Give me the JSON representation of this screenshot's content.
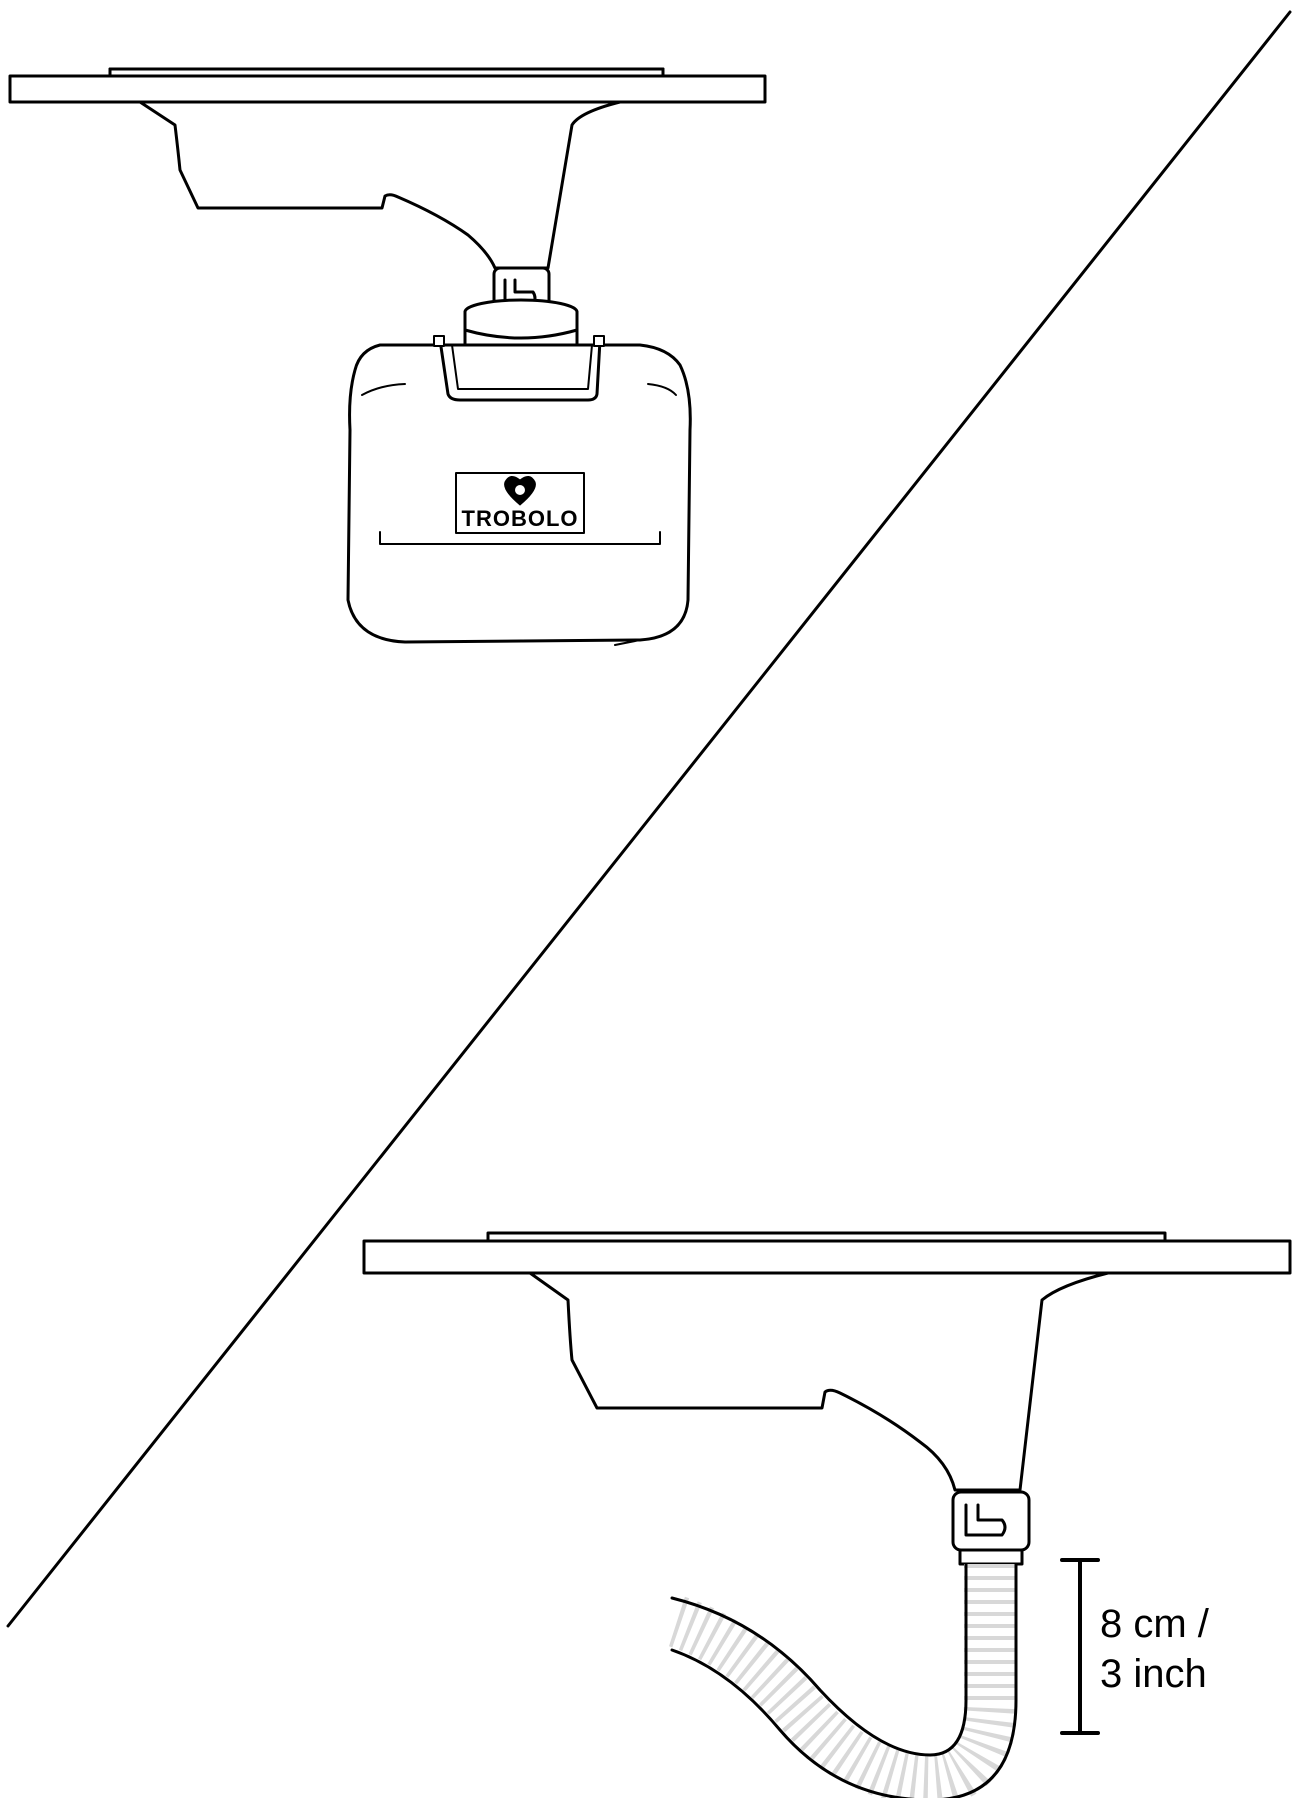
{
  "brand": {
    "logo_text": "TROBOLO",
    "logo_icon": "globe-heart-icon"
  },
  "measurement": {
    "line1": "8 cm /",
    "line2": "3 inch"
  },
  "colors": {
    "ink": "#000000",
    "hose_ribs": "#d8d8d8",
    "background": "#ffffff"
  }
}
